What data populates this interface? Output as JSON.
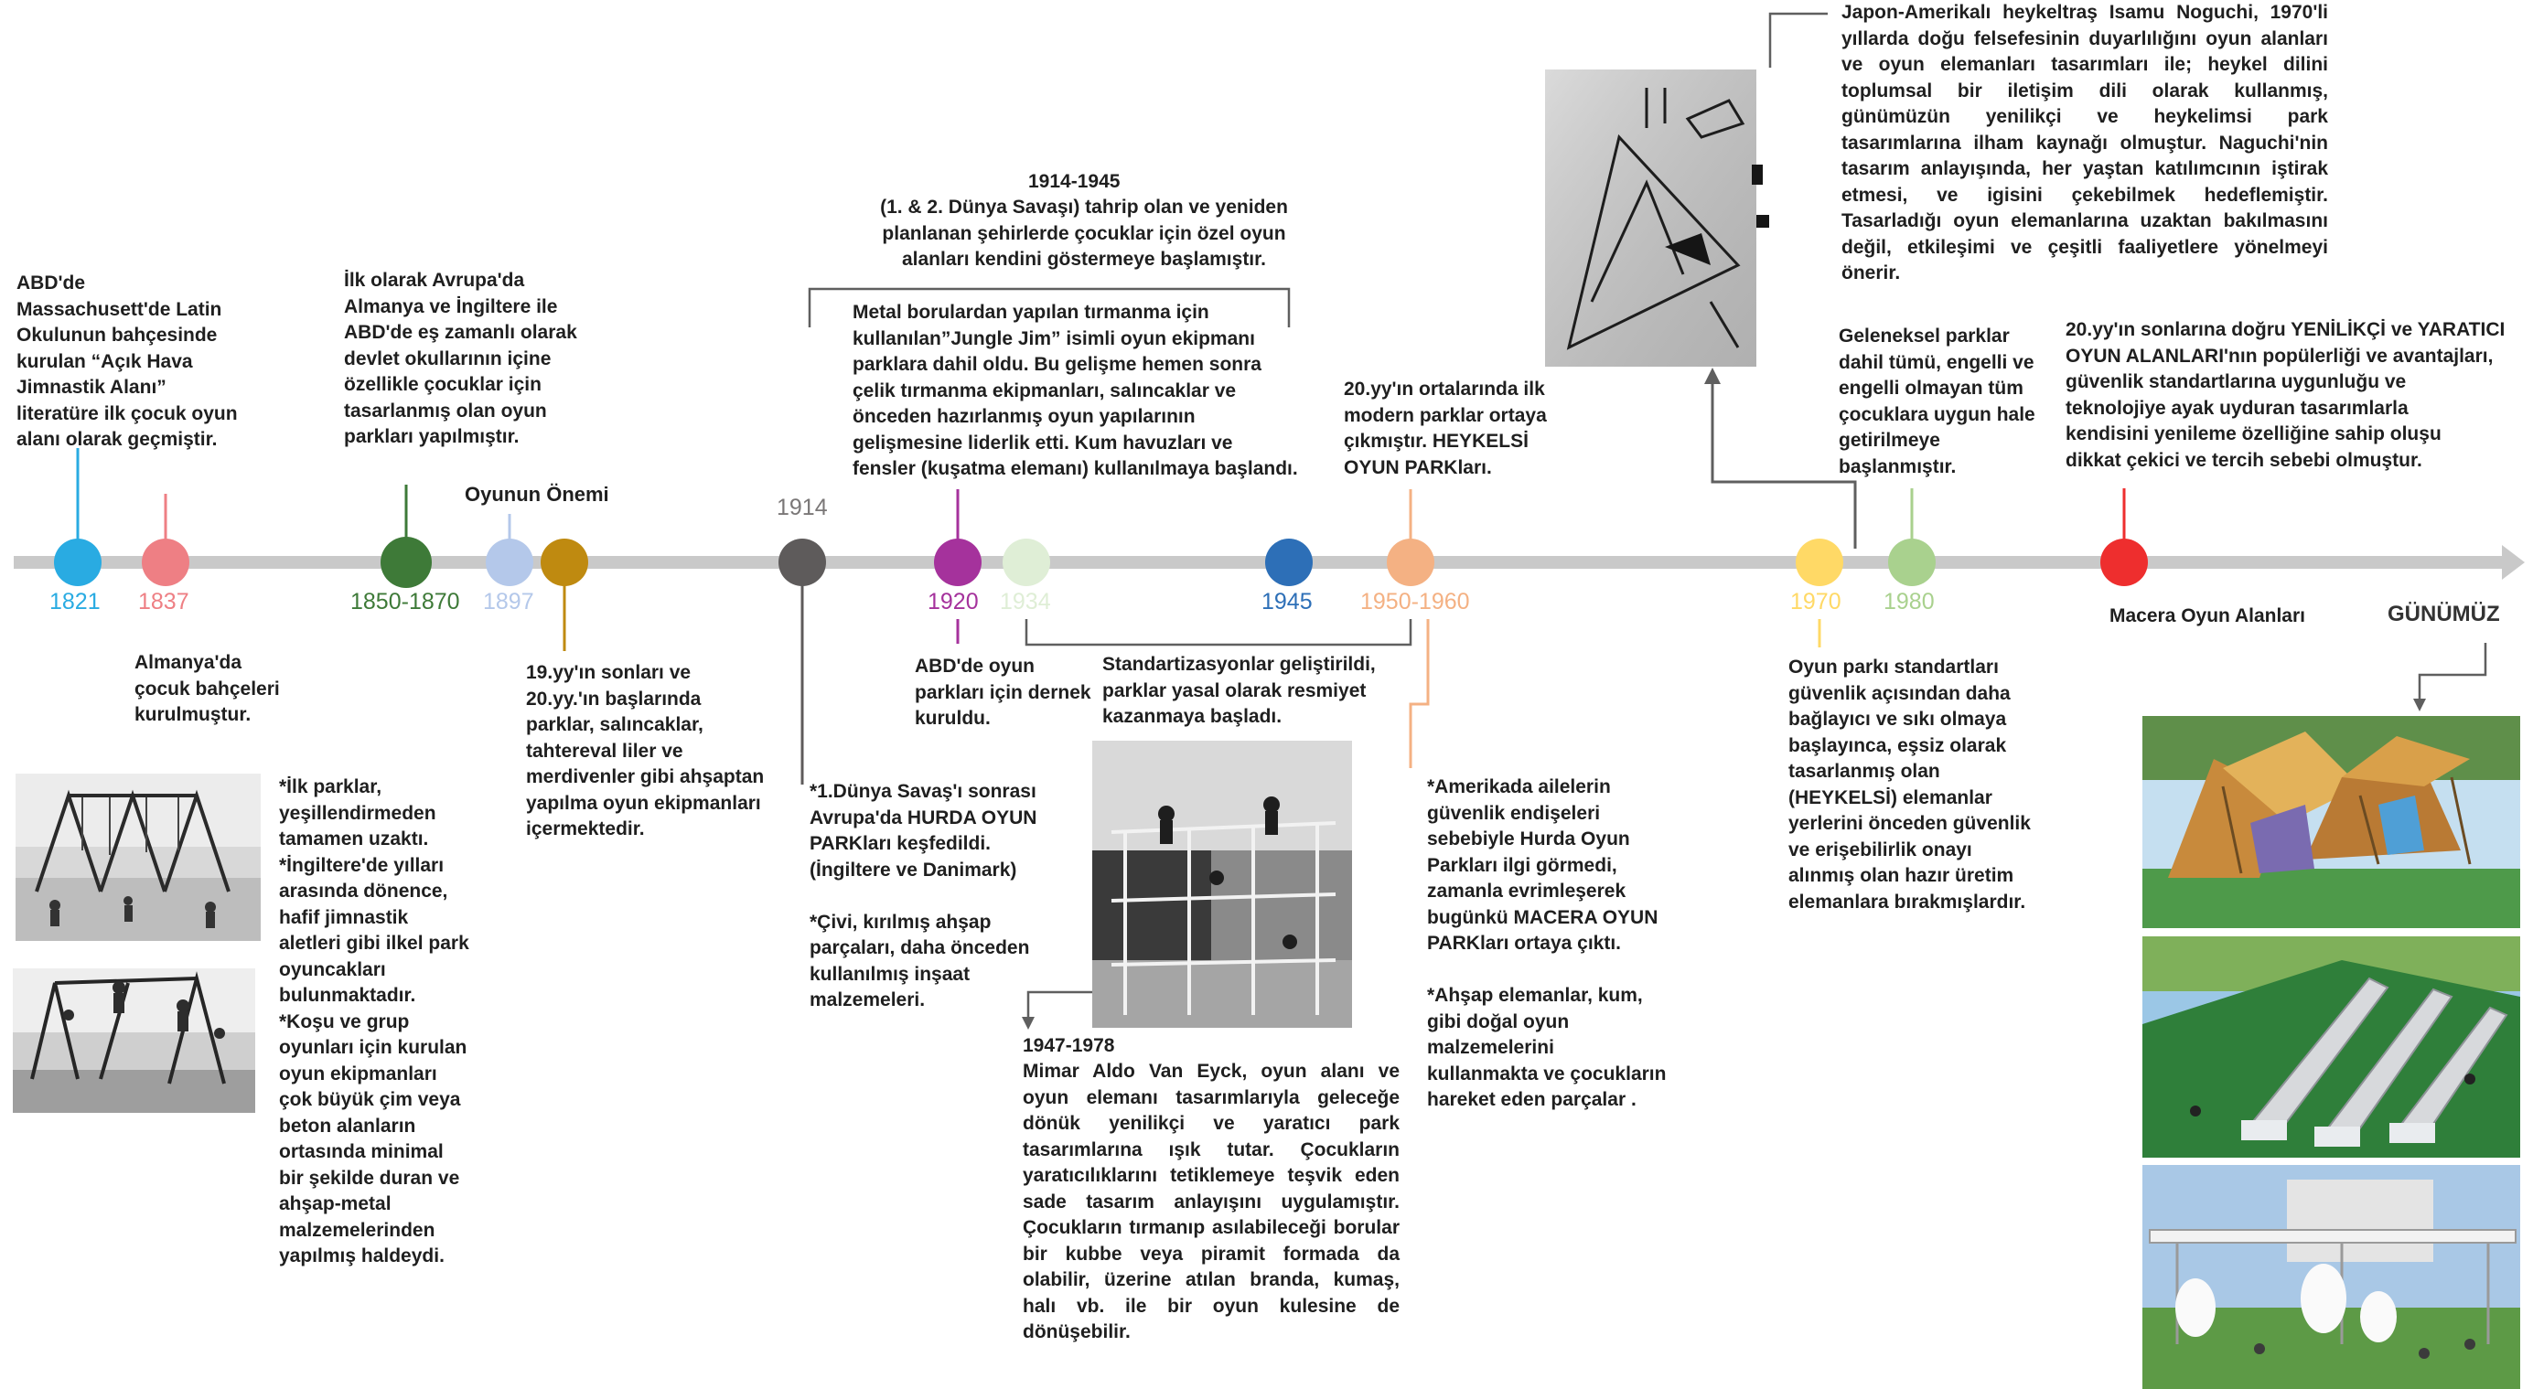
{
  "colors": {
    "axis": "#c9c9c9",
    "connector": "#5f5f5f",
    "text": "#1f1f1f"
  },
  "dots": [
    {
      "id": "1821",
      "color": "#29abe2"
    },
    {
      "id": "1837",
      "color": "#ee7f84"
    },
    {
      "id": "1850",
      "color": "#3e7a38"
    },
    {
      "id": "1897",
      "color": "#b4c8ea"
    },
    {
      "id": "gold",
      "color": "#bf8a10"
    },
    {
      "id": "1914",
      "color": "#5e5b5b"
    },
    {
      "id": "1920",
      "color": "#a5329c"
    },
    {
      "id": "1934",
      "color": "#dfeed6"
    },
    {
      "id": "1945",
      "color": "#2d6fb7"
    },
    {
      "id": "1950",
      "color": "#f4b183"
    },
    {
      "id": "1970",
      "color": "#ffd966"
    },
    {
      "id": "1980",
      "color": "#a9d18e"
    },
    {
      "id": "red",
      "color": "#ee2e2e"
    }
  ],
  "years": {
    "y1821": "1821",
    "y1837": "1837",
    "y1850": "1850-1870",
    "y1897": "1897",
    "y1914": "1914",
    "y1920": "1920",
    "y1934": "1934",
    "y1945": "1945",
    "y1950": "1950-1960",
    "y1970": "1970",
    "y1980": "1980"
  },
  "labels": {
    "oyunun_onemi": "Oyunun Önemi",
    "macera": "Macera Oyun Alanları",
    "gunumuz": "GÜNÜMÜZ"
  },
  "texts": {
    "abd_1821": "ABD'de\nMassachusett'de Latin\nOkulunun bahçesinde\nkurulan “Açık Hava\nJimnastik Alanı”\nliteratüre ilk çocuk oyun\nalanı olarak geçmiştir.",
    "almanya_1837": "Almanya'da\nçocuk bahçeleri\nkurulmuştur.",
    "avrupa_1850": "İlk olarak Avrupa'da\nAlmanya ve İngiltere ile\nABD'de eş zamanlı olarak\ndevlet okullarının içine\nözellikle çocuklar için\ntasarlanmış olan oyun\nparkları yapılmıştır.",
    "ilk_parklar": "*İlk parklar,\nyeşillendirmeden\ntamamen uzaktı.\n*İngiltere'de yılları\narasında dönence,\nhafif jimnastik\naletleri gibi ilkel park\noyuncakları\nbulunmaktadır.\n*Koşu ve grup\noyunları için kurulan\noyun ekipmanları\nçok büyük çim veya\nbeton alanların\nortasında minimal\nbir şekilde duran ve\nahşap-metal\nmalzemelerinden\nyapılmış haldeydi.",
    "yy19": "19.yy'ın sonları ve\n20.yy.'ın başlarında\nparklar, salıncaklar,\ntahtereval liler ve\nmerdivenler gibi ahşaptan\nyapılma oyun ekipmanları\niçermektedir.",
    "war_head": "1914-1945",
    "war": "(1. & 2. Dünya Savaşı) tahrip olan ve yeniden\nplanlanan şehirlerde çocuklar için özel oyun\nalanları kendini göstermeye başlamıştır.",
    "jungle": "Metal borulardan yapılan tırmanma için\nkullanılan”Jungle Jim” isimli oyun ekipmanı\nparklara dahil oldu. Bu gelişme hemen sonra\nçelik tırmanma ekipmanları, salıncaklar ve\nönceden hazırlanmış oyun yapılarının\ngelişmesine liderlik etti.  Kum havuzları ve\nfensler (kuşatma elemanı) kullanılmaya başlandı.",
    "hurda": "*1.Dünya Savaş'ı sonrası\nAvrupa'da HURDA OYUN\nPARKları keşfedildi.\n(İngiltere ve Danimark)\n\n*Çivi, kırılmış ahşap\nparçaları, daha önceden\nkullanılmış inşaat\nmalzemeleri.",
    "abd_1920": "ABD'de oyun\nparkları için dernek\nkuruldu.",
    "standart": "Standartizasyonlar geliştirildi,\nparklar yasal olarak resmiyet\nkazanmaya başladı.",
    "eyck_head": "1947-1978",
    "eyck": "Mimar Aldo Van Eyck, oyun alanı ve oyun elemanı tasarımlarıyla geleceğe dönük yenilikçi ve yaratıcı park tasarımlarına ışık tutar. Çocukların yaratıcılıklarını tetiklemeye teşvik eden sade tasarım anlayışını uygulamıştır. Çocukların tırmanıp asılabileceği borular bir kubbe veya piramit formada da olabilir, üzerine atılan branda, kumaş, halı vb. ile bir oyun kulesine de dönüşebilir.",
    "heykelsi": "20.yy'ın ortalarında ilk\nmodern parklar ortaya\nçıkmıştır. HEYKELSİ\nOYUN PARKları.",
    "macera_text": "*Amerikada ailelerin\ngüvenlik endişeleri\nsebebiyle Hurda Oyun\nParkları ilgi görmedi,\nzamanla evrimleşerek\nbugünkü MACERA OYUN\nPARKları ortaya çıktı.\n\n*Ahşap elemanlar, kum,\ngibi doğal oyun\nmalzemelerini\nkullanmakta ve çocukların\nhareket eden parçalar .",
    "noguchi": "Japon-Amerikalı heykeltraş Isamu Noguchi, 1970'li yıllarda doğu felsefesinin duyarlılığını oyun alanları ve oyun elemanları tasarımları ile; heykel dilini toplumsal bir iletişim dili olarak kullanmış, günümüzün yenilikçi ve heykelimsi park tasarımlarına ilham kaynağı olmuştur. Naguchi'nin tasarım anlayışında, her yaştan katılımcının iştirak etmesi, ve igisini çekebilmek hedeflemiştir. Tasarladığı oyun elemanlarına uzaktan bakılmasını değil, etkileşimi ve çeşitli faaliyetlere yönelmeyi önerir.",
    "geleneksel": "Geleneksel parklar\ndahil tümü, engelli ve\nengelli olmayan tüm\nçocuklara uygun hale\ngetirilmeye\nbaşlanmıştır.",
    "yy20_son": "20.yy'ın sonlarına doğru YENİLİKÇİ ve YARATICI\nOYUN ALANLARI'nın popülerliği ve avantajları,\ngüvenlik standartlarına uygunluğu ve\nteknolojiye ayak uyduran tasarımlarla\nkendisini yenileme özelliğine sahip oluşu\ndikkat çekici ve tercih sebebi olmuştur.",
    "standart_1970": "Oyun parkı standartları\ngüvenlik açısından daha\nbağlayıcı ve sıkı olmaya\nbaşlayınca, eşsiz olarak\ntasarlanmış olan\n(HEYKELSİ) elemanlar\nyerlerini önceden güvenlik\nve erişebilirlik onayı\nalınmış olan hazır üretim\nelemanlara bırakmışlardır."
  }
}
